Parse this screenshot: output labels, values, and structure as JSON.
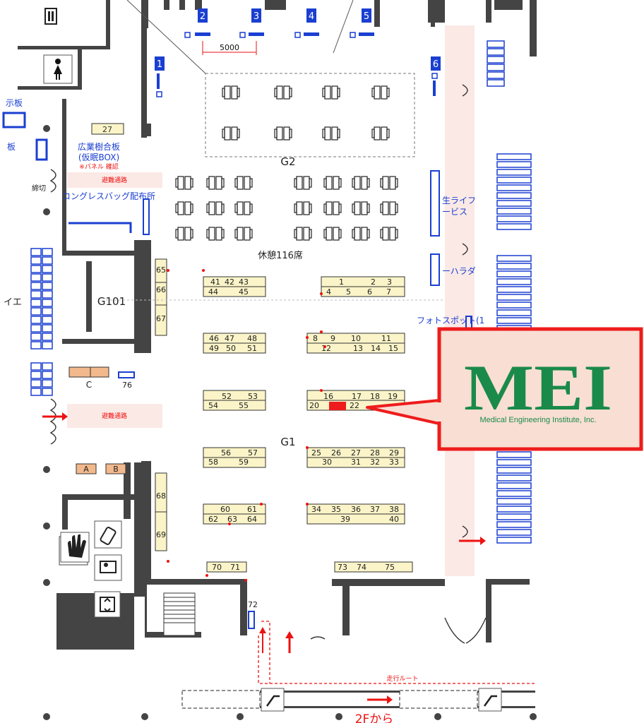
{
  "zones": {
    "g2": "G2",
    "g1": "G1",
    "g101": "G101",
    "rest": "休憩116席"
  },
  "dimension": "5000",
  "pillar_numbers": [
    "1",
    "2",
    "3",
    "4",
    "5",
    "6"
  ],
  "left_labels": {
    "board": "広業樹合板",
    "board_sub": "(仮眠BOX)",
    "board_note": "※パネル 確認",
    "congress": "コングレスバッグ配布所",
    "ban1": "示板",
    "ban2": "板",
    "gate": "締切",
    "ie": "イエ",
    "c": "C",
    "b76": "76",
    "a": "A",
    "b": "B"
  },
  "right_labels": {
    "life": "生ライフ",
    "service": "ービス",
    "harada": "ーハラダ",
    "photo": "フォトスポット(1"
  },
  "red_notes": {
    "note1": "避難通路",
    "note2": "避難通路"
  },
  "route": {
    "label": "走行ルート",
    "from": "2Fから"
  },
  "booths": {
    "b1": "1",
    "b2": "2",
    "b3": "3",
    "b4": "4",
    "b5": "5",
    "b6": "6",
    "b7": "7",
    "b8": "8",
    "b9": "9",
    "b10": "10",
    "b11": "11",
    "b12": "12",
    "b13": "13",
    "b14": "14",
    "b15": "15",
    "b16": "16",
    "b17": "17",
    "b18": "18",
    "b19": "19",
    "b20": "20",
    "b22": "22",
    "b25": "25",
    "b26": "26",
    "b27": "27",
    "b28": "28",
    "b29": "29",
    "b30": "30",
    "b31": "31",
    "b32": "32",
    "b33": "33",
    "b34": "34",
    "b35": "35",
    "b36": "36",
    "b37": "37",
    "b38": "38",
    "b39": "39",
    "b40": "40",
    "b41": "41",
    "b42": "42",
    "b43": "43",
    "b44": "44",
    "b45": "45",
    "b46": "46",
    "b47": "47",
    "b48": "48",
    "b49": "49",
    "b50": "50",
    "b51": "51",
    "b52": "52",
    "b53": "53",
    "b54": "54",
    "b55": "55",
    "b56": "56",
    "b57": "57",
    "b58": "58",
    "b59": "59",
    "b60": "60",
    "b61": "61",
    "b62": "62",
    "b63": "63",
    "b64": "64",
    "b65": "65",
    "b66": "66",
    "b67": "67",
    "b68": "68",
    "b69": "69",
    "b70": "70",
    "b71": "71",
    "b72": "72",
    "b73": "73",
    "b74": "74",
    "b75": "75"
  },
  "callout": {
    "logo": "MEI",
    "company": "Medical Engineering Institute, Inc.",
    "colors": {
      "border": "#ee1c1c",
      "fill": "#f8ded3",
      "logo": "#1a8a4a",
      "highlight": "#ee1c1c"
    }
  }
}
